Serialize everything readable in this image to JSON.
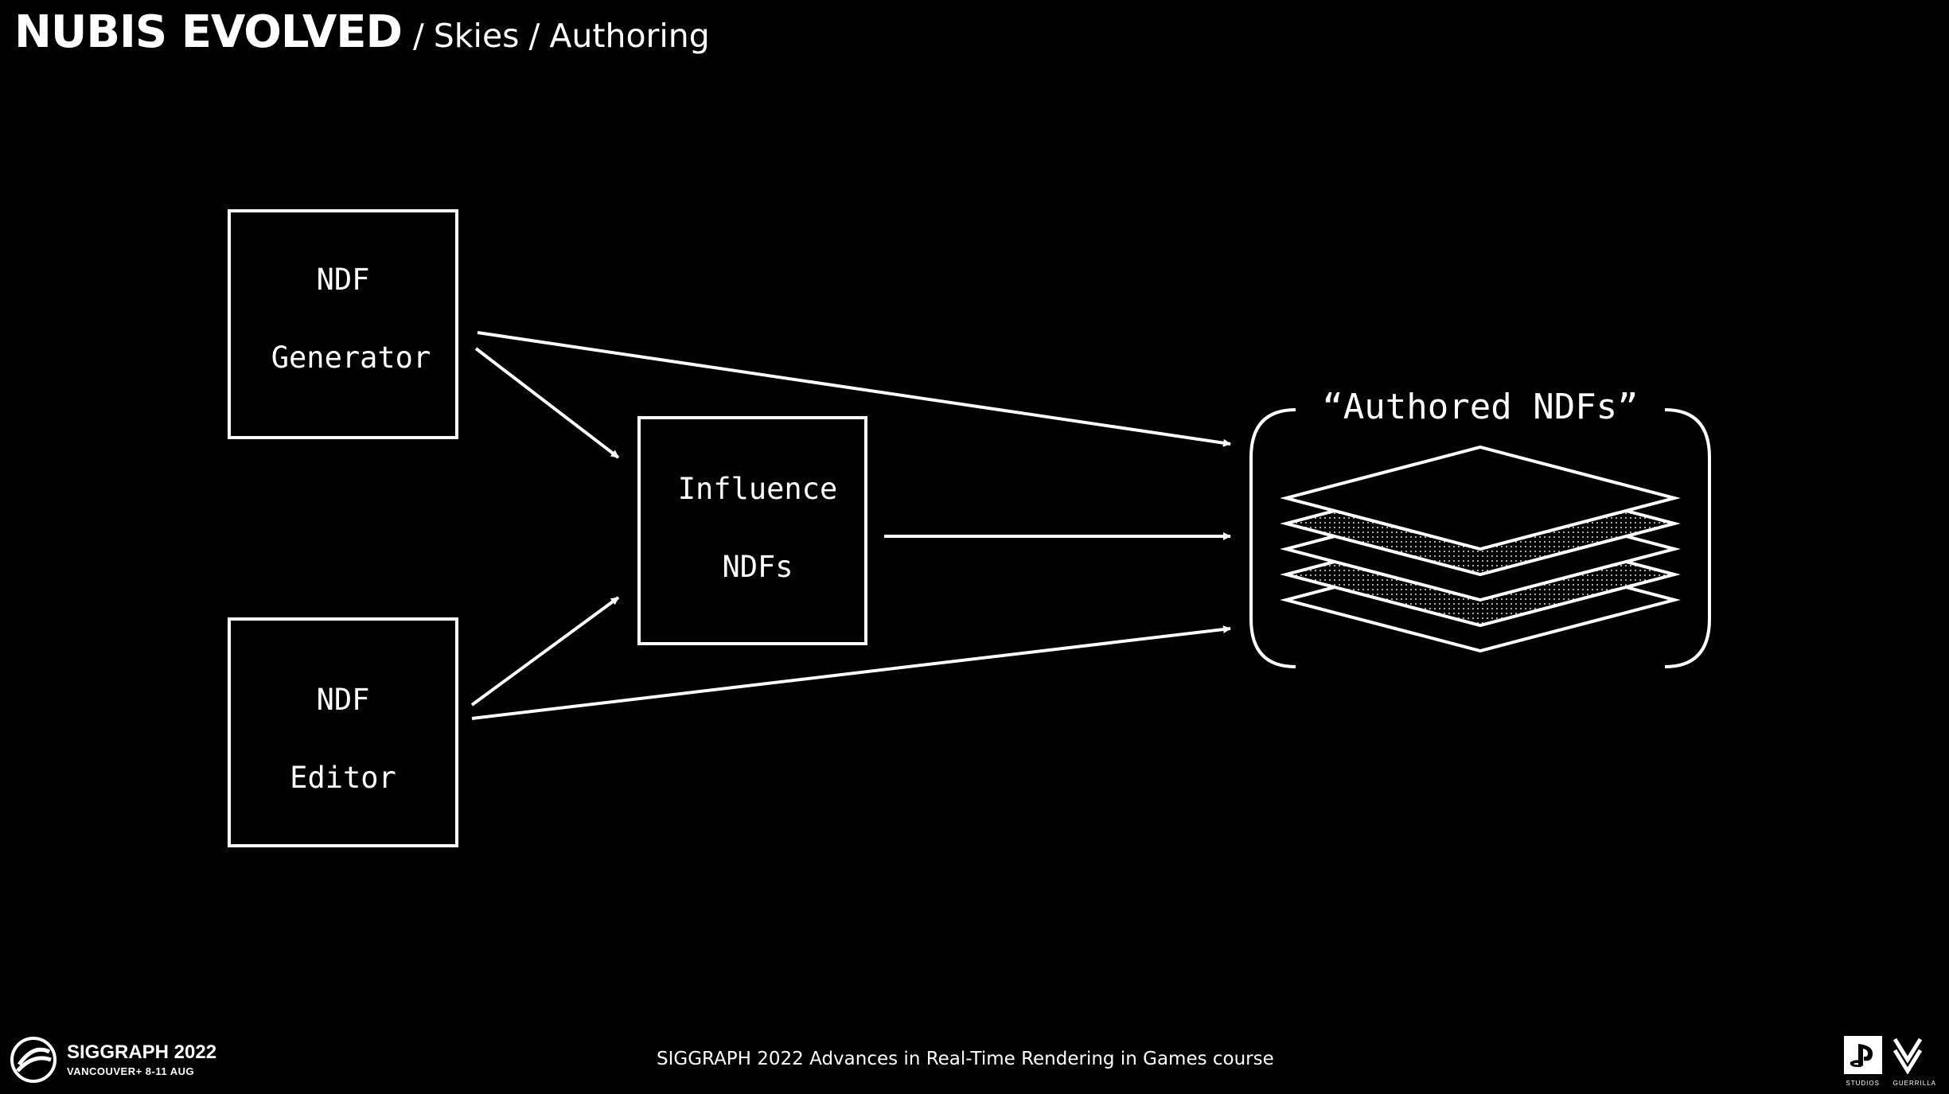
{
  "header": {
    "title": "NUBIS EVOLVED",
    "sep1": "/",
    "crumb1": "Skies",
    "sep2": "/",
    "crumb2": "Authoring"
  },
  "boxes": {
    "generator": {
      "line1": "NDF",
      "line2": "Generator"
    },
    "editor": {
      "line1": "NDF",
      "line2": "Editor"
    },
    "influence": {
      "line1": "Influence",
      "line2": "NDFs"
    }
  },
  "stack": {
    "label": "“Authored NDFs”"
  },
  "footer": {
    "text": "SIGGRAPH 2022 Advances in Real-Time Rendering in Games course",
    "siggraph_line1": "SIGGRAPH 2022",
    "siggraph_line2": "VANCOUVER+   8-11 AUG",
    "ps_caption": "STUDIOS",
    "guerrilla_caption": "GUERRILLA"
  },
  "colors": {
    "background": "#000000",
    "foreground": "#ffffff"
  },
  "icons": {
    "siggraph": "siggraph-logo-icon",
    "playstation": "playstation-logo-icon",
    "guerrilla": "guerrilla-logo-icon"
  }
}
